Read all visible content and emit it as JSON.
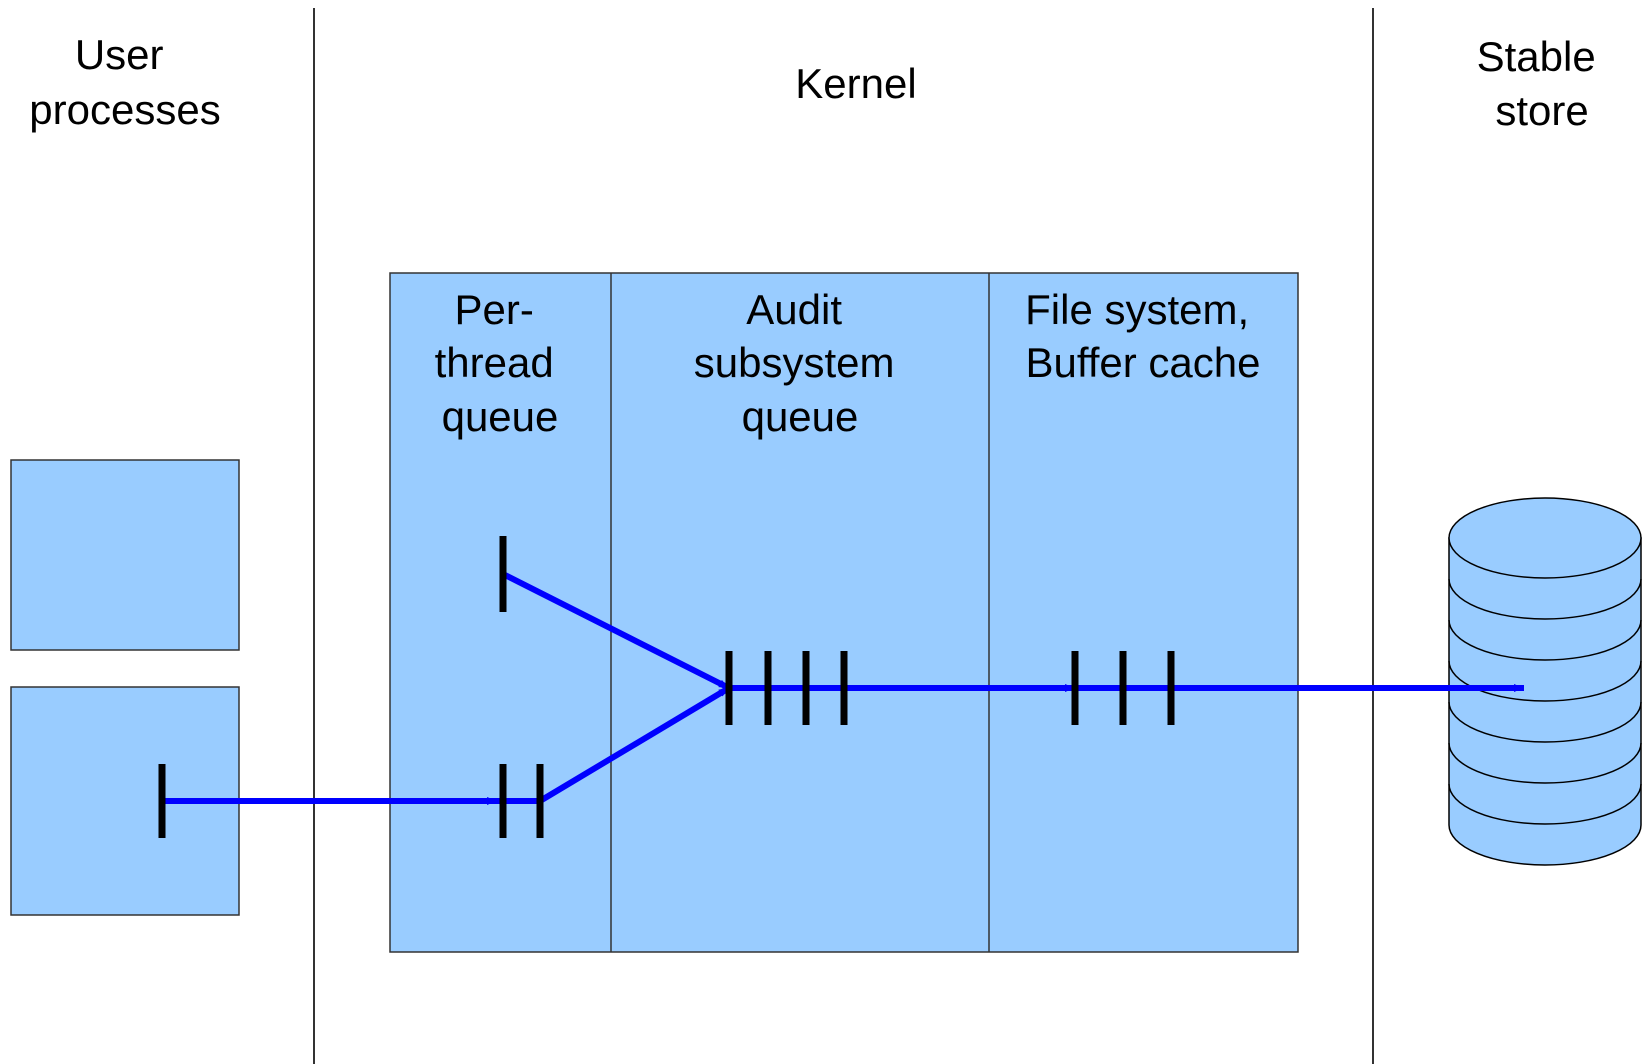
{
  "colors": {
    "fill": "#99ccff",
    "flow": "#0000ff",
    "stroke": "#000000",
    "divider": "#333333"
  },
  "regions": {
    "user": [
      "User",
      "processes"
    ],
    "kernel": [
      "Kernel"
    ],
    "store": [
      "Stable",
      "store"
    ]
  },
  "queues": {
    "per_thread": [
      "Per-",
      "thread",
      "queue"
    ],
    "audit": [
      "Audit",
      "subsystem",
      "queue"
    ],
    "filesystem": [
      "File system,",
      "Buffer cache"
    ]
  },
  "items": {
    "user_process": 1,
    "per_thread_top": 1,
    "per_thread_bottom": 2,
    "audit_queue": 4,
    "buffer_cache": 3
  },
  "store_platters": 7
}
